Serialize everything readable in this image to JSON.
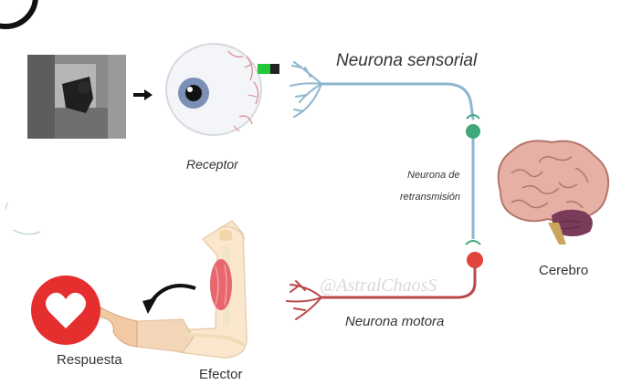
{
  "labels": {
    "receptor": "Receptor",
    "sensory_neuron": "Neurona sensorial",
    "relay_neuron_line1": "Neurona de",
    "relay_neuron_line2": "retransmisión",
    "brain": "Cerebro",
    "motor_neuron": "Neurona motora",
    "effector": "Efector",
    "response": "Respuesta"
  },
  "watermark": "@AstralChaosS",
  "icons": {
    "photo": "cat-photo-icon",
    "arrow": "arrow-right-icon",
    "eye": "eye-icon",
    "brain": "brain-icon",
    "arm": "arm-muscle-icon",
    "heart": "heart-icon",
    "curved_arrow": "curved-arrow-icon"
  },
  "colors": {
    "sensory_nerve": "#8fb6cf",
    "motor_nerve": "#b9484a",
    "relay_node": "#3fa77a",
    "motor_node": "#e0443a",
    "heart_circle": "#e52f2f",
    "muscle": "#e8666e",
    "indicator_green": "#22c83a"
  }
}
